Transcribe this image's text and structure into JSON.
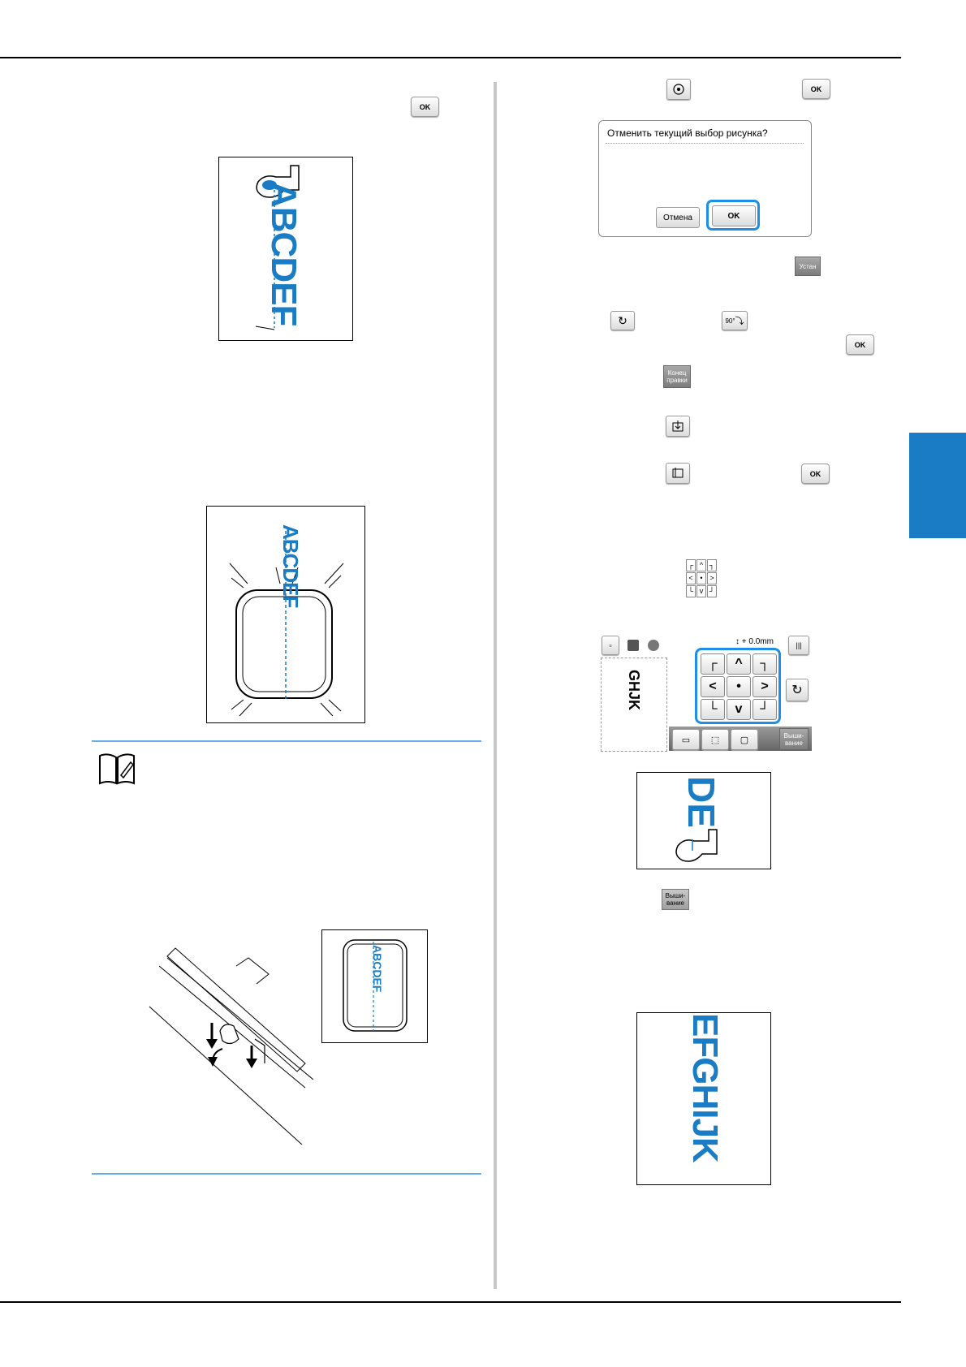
{
  "buttons": {
    "ok": "OK",
    "cancel": "Отмена",
    "set": "Устан",
    "end_edit": "Конец правки",
    "embroidery": "Выши-вание",
    "rotate_90": "90°"
  },
  "dialog": {
    "message": "Отменить текущий выбор рисунка?",
    "cancel_label": "Отмена",
    "ok_label": "OK"
  },
  "figures": {
    "fig1_text": "ABCDEF",
    "fig2_text": "ABCDEF",
    "fig3_text": "ABCDEF",
    "fig4_text": "DE",
    "fig5_text": "EFGHIJK"
  },
  "layout_screen": {
    "offset_readout": "0.0mm",
    "preview_text": "GHJK",
    "embroidery_label": "Выши-вание"
  },
  "colors": {
    "accent": "#1a7cc4",
    "highlight": "#1e8ee6",
    "side_tab": "#1a7cc4"
  }
}
